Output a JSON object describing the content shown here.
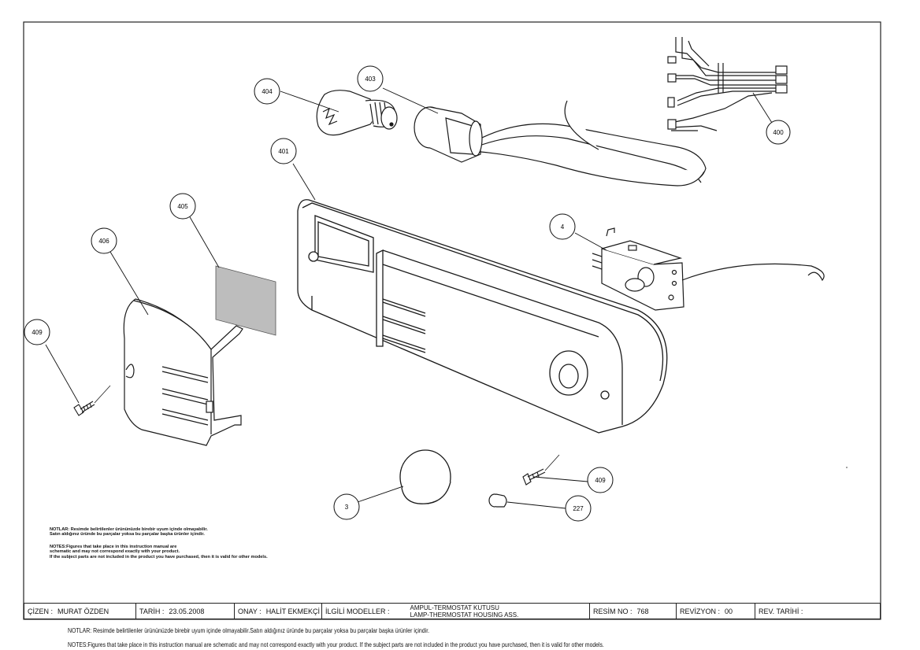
{
  "callouts": {
    "c404": "404",
    "c403": "403",
    "c400": "400",
    "c401": "401",
    "c405": "405",
    "c406": "406",
    "c4": "4",
    "c409a": "409",
    "c409b": "409",
    "c3": "3",
    "c227": "227"
  },
  "inner_notes": {
    "tr_line1": "NOTLAR: Resimde belirtilenler ürününüzde birebir uyum içinde olmayabilir.",
    "tr_line2": "Satın aldığınız üründe bu parçalar yoksa bu parçalar başka ürünler içindir.",
    "en_line1": "NOTES:Figures that take place in this instruction manual are",
    "en_line2": "schematic and may not correspond exactly with your product.",
    "en_line3": "If the subject parts are not included in the product you have purchased, then it is valid for other models."
  },
  "title_block": {
    "drawn_key": "ÇİZEN :",
    "drawn_val": "MURAT ÖZDEN",
    "date_key": "TARİH :",
    "date_val": "23.05.2008",
    "approve_key": "ONAY :",
    "approve_val": "HALİT EKMEKÇİ",
    "models_key": "İLGİLİ MODELLER :",
    "name_tr": "AMPUL-TERMOSTAT KUTUSU",
    "name_en": "LAMP-THERMOSTAT HOUSING ASS.",
    "drawing_no_key": "RESİM NO :",
    "drawing_no_val": "768",
    "revision_key": "REVİZYON :",
    "revision_val": "00",
    "rev_date_key": "REV. TARİHİ :",
    "rev_date_val": ""
  },
  "footer": {
    "tr": "NOTLAR: Resimde belirtilenler ürününüzde birebir uyum içinde olmayabilir.Satın aldığınız üründe bu parçalar yoksa bu parçalar başka ürünler içindir.",
    "en": "NOTES:Figures that take place in this instruction manual are schematic and may not correspond exactly with your product. If the subject parts are not included in the product you have purchased, then it is valid for other models."
  },
  "colors": {
    "line": "#1a1a1a",
    "label_fill": "#bdbdbd",
    "paper": "#ffffff"
  }
}
